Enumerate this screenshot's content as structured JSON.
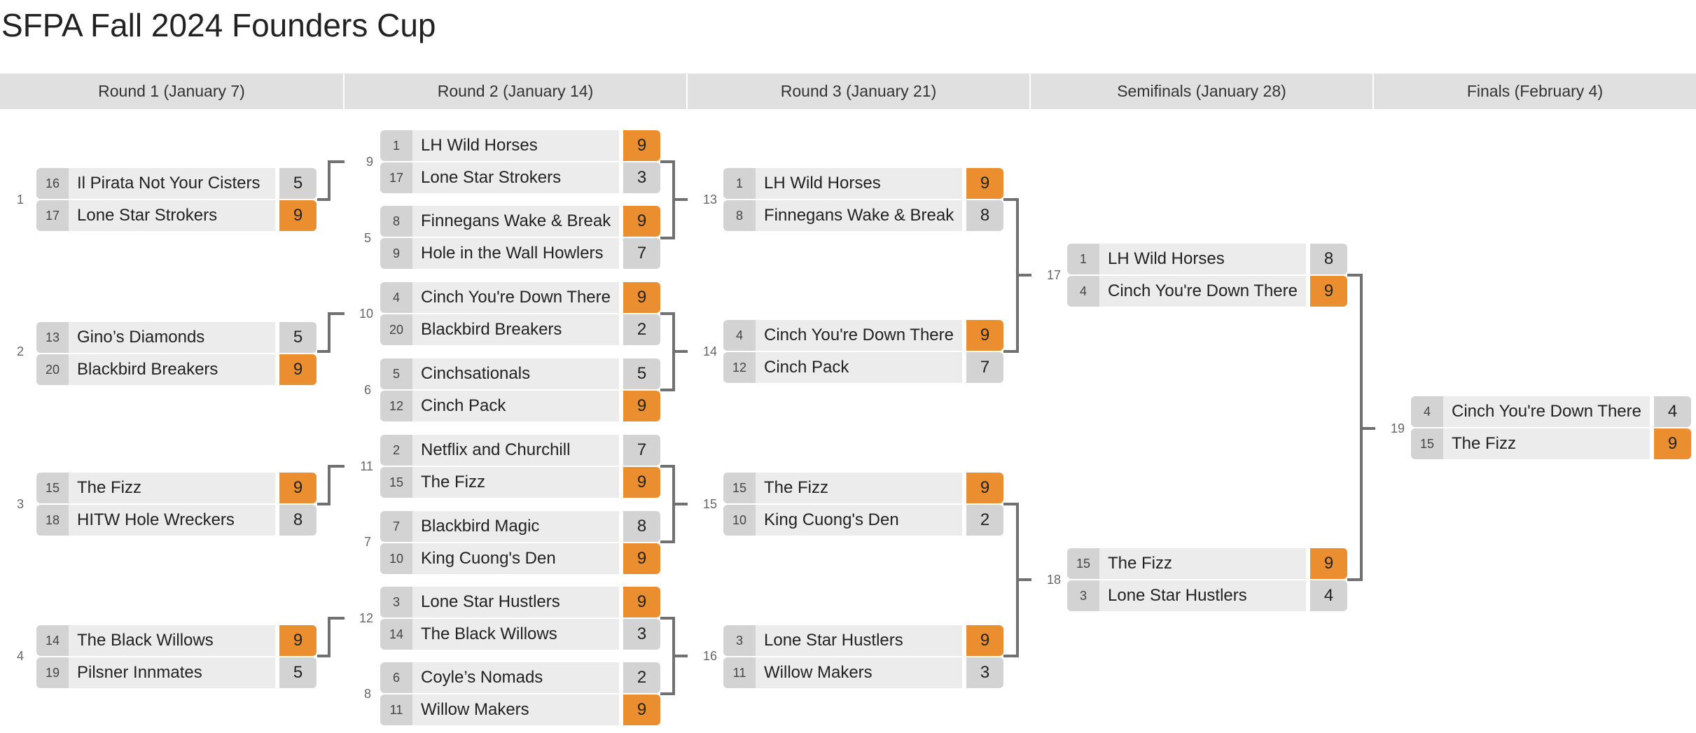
{
  "title": "SFPA Fall 2024 Founders Cup",
  "rounds": [
    "Round 1 (January 7)",
    "Round 2 (January 14)",
    "Round 3 (January 21)",
    "Semifinals (January 28)",
    "Finals (February 4)"
  ],
  "colors": {
    "winner": "#ea8e30",
    "header": "#e0e0e0",
    "name_bg": "#ececec",
    "seed_bg": "#d3d3d3",
    "connector": "#707070"
  },
  "matches": [
    {
      "num": "1",
      "round": 1,
      "teams": [
        {
          "seed": "16",
          "name": "Il Pirata Not Your Cisters",
          "score": "5",
          "win": false
        },
        {
          "seed": "17",
          "name": "Lone Star Strokers",
          "score": "9",
          "win": true
        }
      ]
    },
    {
      "num": "2",
      "round": 1,
      "teams": [
        {
          "seed": "13",
          "name": "Gino’s Diamonds",
          "score": "5",
          "win": false
        },
        {
          "seed": "20",
          "name": "Blackbird Breakers",
          "score": "9",
          "win": true
        }
      ]
    },
    {
      "num": "3",
      "round": 1,
      "teams": [
        {
          "seed": "15",
          "name": "The Fizz",
          "score": "9",
          "win": true
        },
        {
          "seed": "18",
          "name": "HITW Hole Wreckers",
          "score": "8",
          "win": false
        }
      ]
    },
    {
      "num": "4",
      "round": 1,
      "teams": [
        {
          "seed": "14",
          "name": "The Black Willows",
          "score": "9",
          "win": true
        },
        {
          "seed": "19",
          "name": "Pilsner Innmates",
          "score": "5",
          "win": false
        }
      ]
    },
    {
      "num": "9",
      "round": 2,
      "teams": [
        {
          "seed": "1",
          "name": "LH Wild Horses",
          "score": "9",
          "win": true
        },
        {
          "seed": "17",
          "name": "Lone Star Strokers",
          "score": "3",
          "win": false
        }
      ]
    },
    {
      "num": "5",
      "round": 2,
      "teams": [
        {
          "seed": "8",
          "name": "Finnegans Wake & Break",
          "score": "9",
          "win": true
        },
        {
          "seed": "9",
          "name": "Hole in the Wall Howlers",
          "score": "7",
          "win": false
        }
      ]
    },
    {
      "num": "10",
      "round": 2,
      "teams": [
        {
          "seed": "4",
          "name": "Cinch You're Down There",
          "score": "9",
          "win": true
        },
        {
          "seed": "20",
          "name": "Blackbird Breakers",
          "score": "2",
          "win": false
        }
      ]
    },
    {
      "num": "6",
      "round": 2,
      "teams": [
        {
          "seed": "5",
          "name": "Cinchsationals",
          "score": "5",
          "win": false
        },
        {
          "seed": "12",
          "name": "Cinch Pack",
          "score": "9",
          "win": true
        }
      ]
    },
    {
      "num": "11",
      "round": 2,
      "teams": [
        {
          "seed": "2",
          "name": "Netflix and Churchill",
          "score": "7",
          "win": false
        },
        {
          "seed": "15",
          "name": "The Fizz",
          "score": "9",
          "win": true
        }
      ]
    },
    {
      "num": "7",
      "round": 2,
      "teams": [
        {
          "seed": "7",
          "name": "Blackbird Magic",
          "score": "8",
          "win": false
        },
        {
          "seed": "10",
          "name": "King Cuong's Den",
          "score": "9",
          "win": true
        }
      ]
    },
    {
      "num": "12",
      "round": 2,
      "teams": [
        {
          "seed": "3",
          "name": "Lone Star Hustlers",
          "score": "9",
          "win": true
        },
        {
          "seed": "14",
          "name": "The Black Willows",
          "score": "3",
          "win": false
        }
      ]
    },
    {
      "num": "8",
      "round": 2,
      "teams": [
        {
          "seed": "6",
          "name": "Coyle’s Nomads",
          "score": "2",
          "win": false
        },
        {
          "seed": "11",
          "name": "Willow Makers",
          "score": "9",
          "win": true
        }
      ]
    },
    {
      "num": "13",
      "round": 3,
      "teams": [
        {
          "seed": "1",
          "name": "LH Wild Horses",
          "score": "9",
          "win": true
        },
        {
          "seed": "8",
          "name": "Finnegans Wake & Break",
          "score": "8",
          "win": false
        }
      ]
    },
    {
      "num": "14",
      "round": 3,
      "teams": [
        {
          "seed": "4",
          "name": "Cinch You're Down There",
          "score": "9",
          "win": true
        },
        {
          "seed": "12",
          "name": "Cinch Pack",
          "score": "7",
          "win": false
        }
      ]
    },
    {
      "num": "15",
      "round": 3,
      "teams": [
        {
          "seed": "15",
          "name": "The Fizz",
          "score": "9",
          "win": true
        },
        {
          "seed": "10",
          "name": "King Cuong's Den",
          "score": "2",
          "win": false
        }
      ]
    },
    {
      "num": "16",
      "round": 3,
      "teams": [
        {
          "seed": "3",
          "name": "Lone Star Hustlers",
          "score": "9",
          "win": true
        },
        {
          "seed": "11",
          "name": "Willow Makers",
          "score": "3",
          "win": false
        }
      ]
    },
    {
      "num": "17",
      "round": 4,
      "teams": [
        {
          "seed": "1",
          "name": "LH Wild Horses",
          "score": "8",
          "win": false
        },
        {
          "seed": "4",
          "name": "Cinch You're Down There",
          "score": "9",
          "win": true
        }
      ]
    },
    {
      "num": "18",
      "round": 4,
      "teams": [
        {
          "seed": "15",
          "name": "The Fizz",
          "score": "9",
          "win": true
        },
        {
          "seed": "3",
          "name": "Lone Star Hustlers",
          "score": "4",
          "win": false
        }
      ]
    },
    {
      "num": "19",
      "round": 5,
      "teams": [
        {
          "seed": "4",
          "name": "Cinch You're Down There",
          "score": "4",
          "win": false
        },
        {
          "seed": "15",
          "name": "The Fizz",
          "score": "9",
          "win": true
        }
      ]
    }
  ]
}
